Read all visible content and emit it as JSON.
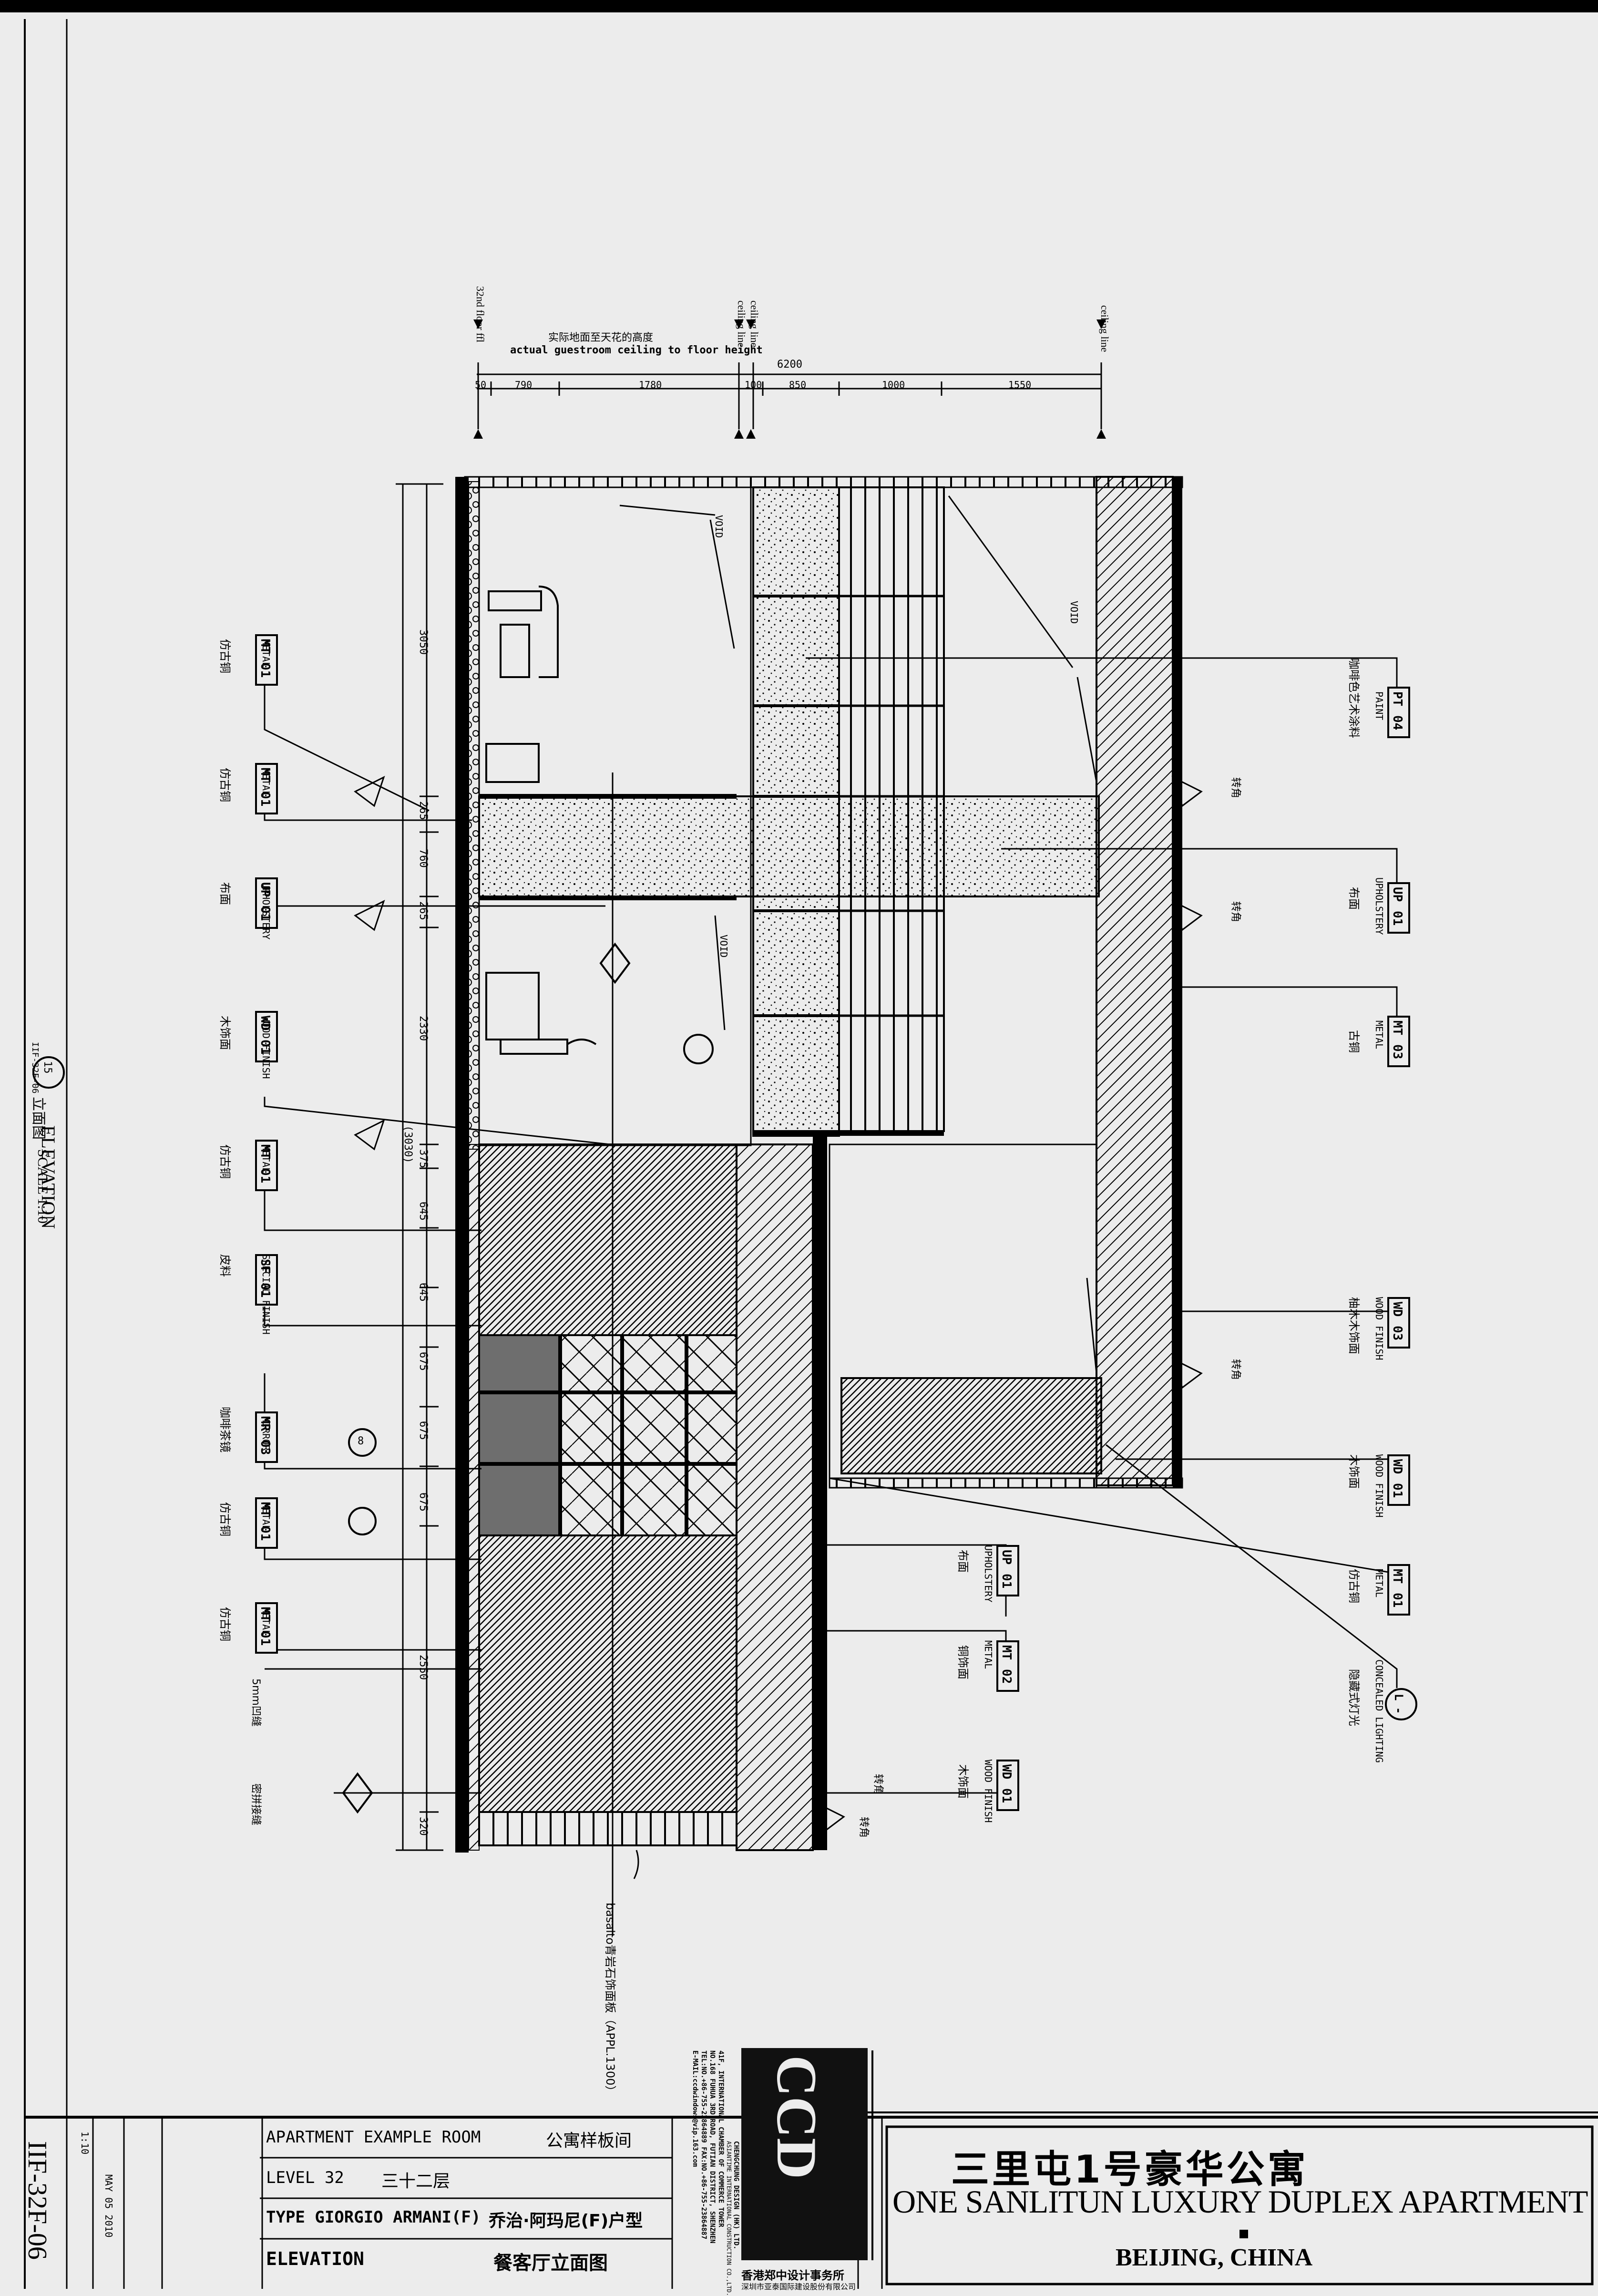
{
  "drawing": {
    "elevation_label": "ELEVATION",
    "elevation_zh": "立面图",
    "scale_label": "SCALE 1:10",
    "callout_number": "15",
    "callout_sheet": "IIF-32F-06",
    "floor_note_zh": "实际地面至天花的高度",
    "floor_note_en": "actual guestroom ceiling to floor height",
    "level_marks": [
      "32nd floor ffl",
      "ceiling line",
      "ceiling line",
      "ceiling line"
    ],
    "overall_dim": "6200",
    "top_dims": [
      "50",
      "790",
      "1780",
      "100",
      "850",
      "1000",
      "1550"
    ],
    "side_dims": [
      "3050",
      "265",
      "760",
      "265",
      "2330",
      "(3030)",
      "375",
      "645",
      "645",
      "675",
      "675",
      "675",
      "2550",
      "320"
    ],
    "section_ref": "8",
    "ref_marks": [
      "VOID",
      "VOID",
      "VOID"
    ],
    "bottom_note": "basalto青岩石饰面板（APPL.1300）",
    "corner_marks": [
      "转角",
      "转角",
      "转角",
      "转角",
      "转角"
    ]
  },
  "left_tags": [
    {
      "code": "MT",
      "num": "01",
      "type": "METAL",
      "zh": "仿古铜"
    },
    {
      "code": "MT",
      "num": "01",
      "type": "METAL",
      "zh": "仿古铜"
    },
    {
      "code": "UP",
      "num": "01",
      "type": "UPHOLSTERY",
      "zh": "布面"
    },
    {
      "code": "WD",
      "num": "01",
      "type": "WOOD FINISH",
      "zh": "木饰面"
    },
    {
      "code": "MT",
      "num": "01",
      "type": "METAL",
      "zh": "仿古铜"
    },
    {
      "code": "SF",
      "num": "01",
      "type": "SPECIAL FINISH",
      "zh": "皮料"
    },
    {
      "code": "MR",
      "num": "03",
      "type": "MIRROR",
      "zh": "咖啡茶镜"
    },
    {
      "code": "MT",
      "num": "01",
      "type": "METAL",
      "zh": "仿古铜"
    },
    {
      "code": "MT",
      "num": "01",
      "type": "METAL",
      "zh": "仿古铜"
    }
  ],
  "left_notes": [
    "5mm凹缝",
    "密拼接缝"
  ],
  "right_tags": [
    {
      "code": "PT",
      "num": "04",
      "type": "PAINT",
      "zh": "咖啡色艺术涂料"
    },
    {
      "code": "UP",
      "num": "01",
      "type": "UPHOLSTERY",
      "zh": "布面"
    },
    {
      "code": "MT",
      "num": "03",
      "type": "METAL",
      "zh": "古铜"
    },
    {
      "code": "WD",
      "num": "03",
      "type": "WOOD FINISH",
      "zh": "柚木木饰面"
    },
    {
      "code": "WD",
      "num": "01",
      "type": "WOOD FINISH",
      "zh": "木饰面"
    },
    {
      "code": "MT",
      "num": "01",
      "type": "METAL",
      "zh": "仿古铜"
    },
    {
      "code": "L",
      "num": "-",
      "type": "CONCEALED LIGHTING",
      "zh": "隐藏式灯光"
    }
  ],
  "mid_tags": [
    {
      "code": "UP",
      "num": "01",
      "type": "UPHOLSTERY",
      "zh": "布面"
    },
    {
      "code": "MT",
      "num": "02",
      "type": "METAL",
      "zh": "铜饰面"
    },
    {
      "code": "WD",
      "num": "01",
      "type": "WOOD FINISH",
      "zh": "木饰面"
    }
  ],
  "firm": {
    "logo_text": "CCD",
    "name_zh": "香港郑中设计事务所",
    "name_en": "CHENGCHUNG DESIGN (HK) LTD.",
    "sub_zh": "深圳市亚泰国际建设股份有限公司",
    "sub_en": "ASIANTIME INTERNATIONAL CONSTRUCTION CO.,LTD.",
    "address": [
      "41F, INTERNATIONAL CHAMBER OF COMMERCE TOWER",
      "NO.168 FUHUA 3RD ROAD, FUTIAN DISTRICT, SHENZHEN",
      "TEL:NO.+86-755-23864889 FAX:NO.+86-755-23864887",
      "E-MAIL:ccdwindows@vip.163.com"
    ]
  },
  "title_block": {
    "row1_en": "APARTMENT  EXAMPLE  ROOM",
    "row1_zh": "公寓样板间",
    "row2_en": "LEVEL 32",
    "row2_zh": "三十二层",
    "row3_en": "TYPE GIORGIO ARMANI(F)",
    "row3_zh": "乔治·阿玛尼(F)户型",
    "row4_en": "ELEVATION",
    "row4_zh": "餐客厅立面图",
    "project_zh": "三里屯1号豪华公寓",
    "project_en": "ONE SANLITUN LUXURY DUPLEX APARTMENT",
    "location": "BEIJING, CHINA",
    "sheet_no": "IIF-32F-06",
    "date": "MAY 05 2010",
    "scale_small": "1:10"
  }
}
